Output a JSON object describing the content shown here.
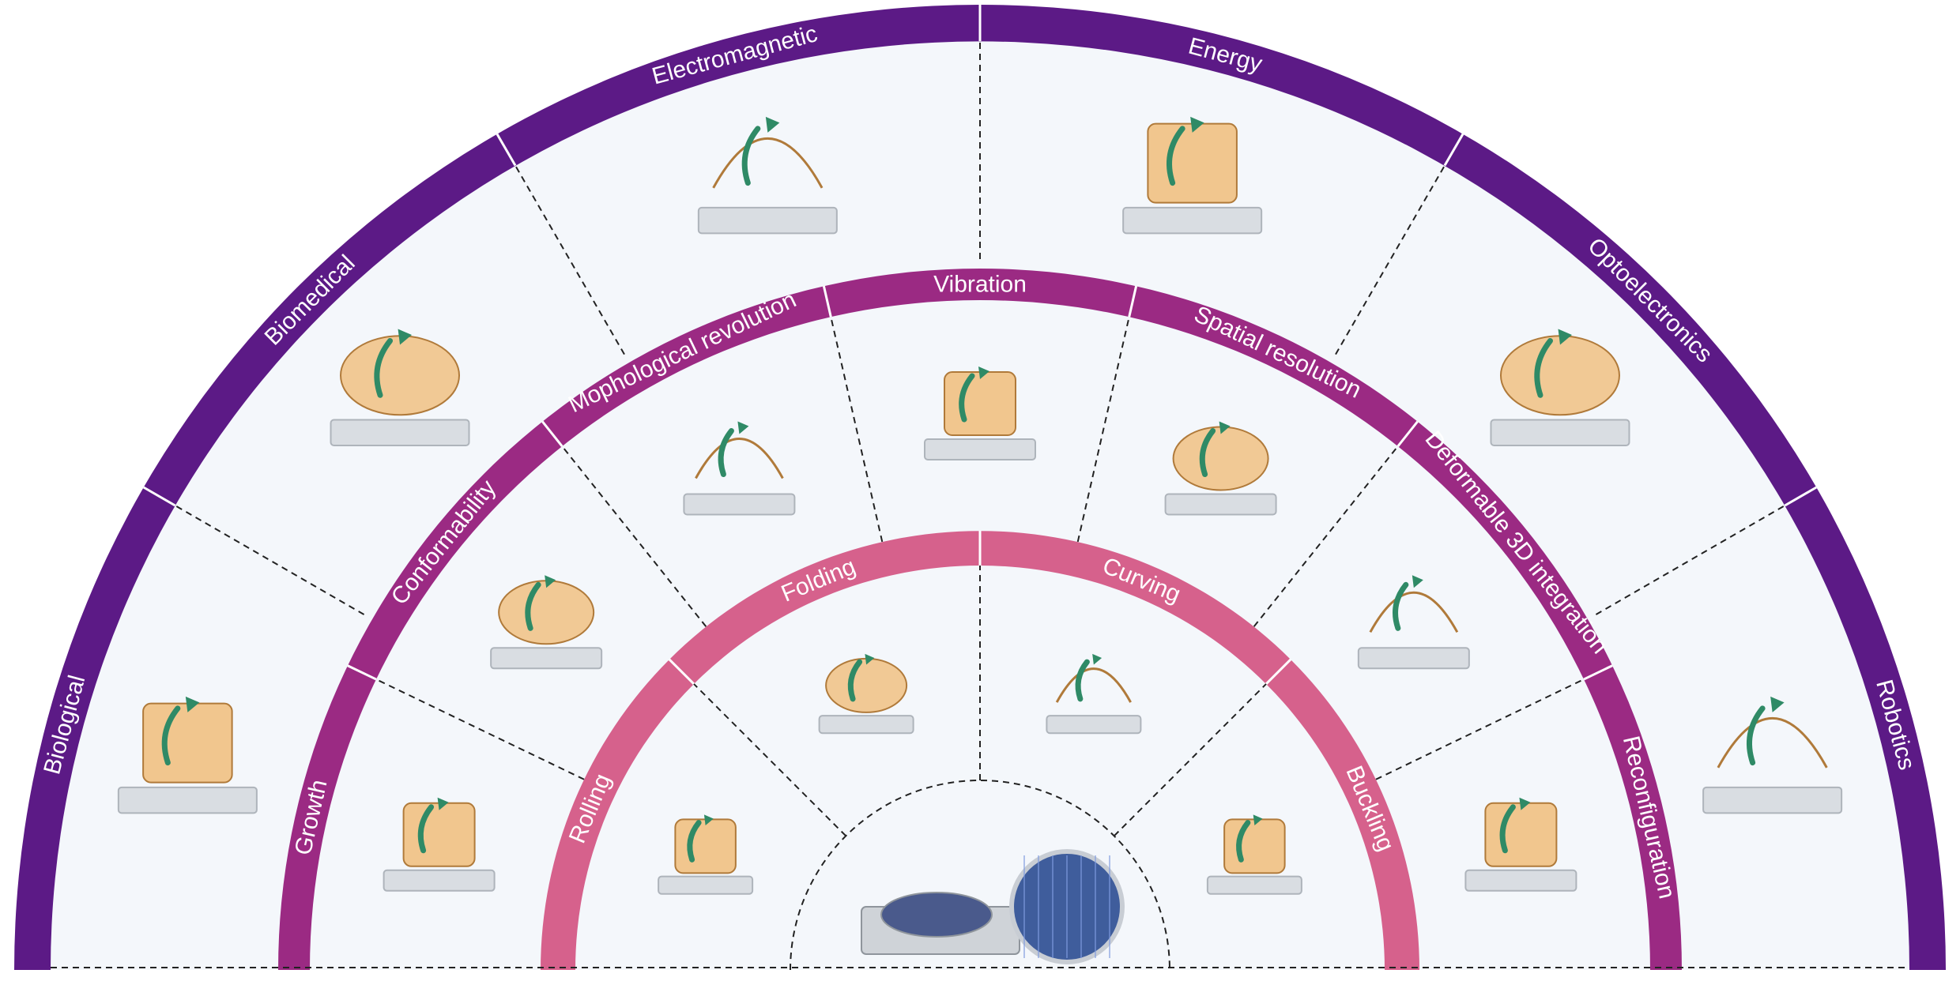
{
  "colors": {
    "outer_band": "#5c1a86",
    "middle_band": "#9b2a83",
    "inner_band": "#d6618c",
    "panel_bg": "#f4f7fb",
    "divider": "#222222",
    "device_orange": "#f0b56a",
    "arrow_green": "#2f8a66"
  },
  "rings": {
    "outer": [
      "Biological",
      "Biomedical",
      "Electromagnetic",
      "Energy",
      "Optoelectronics",
      "Robotics"
    ],
    "middle": [
      "Growth",
      "Conformability",
      "Mophological revolution",
      "Vibration",
      "Spatial resolution",
      "Deformable 3D integration",
      "Reconfiguration"
    ],
    "inner": [
      "Rolling",
      "Folding",
      "Curving",
      "Buckling"
    ]
  },
  "icons": {
    "center": "wafer-fabrication-icon",
    "outer": [
      "scaffold-cell-icon",
      "helical-coil-icon",
      "magnet-cube-icon",
      "folded-cube-icon",
      "optoelectronic-mesh-icon",
      "robotic-crab-icon"
    ],
    "middle": [
      "helix-growth-icon",
      "flower-structure-icon",
      "mesh-grid-icon",
      "vibrating-bridge-icon",
      "dome-network-icon",
      "serpentine-3d-icon",
      "box-reconfiguration-icon"
    ],
    "inner": [
      "rolled-film-icon",
      "cube-fold-icon",
      "curved-film-icon",
      "buckled-flower-icon"
    ]
  }
}
